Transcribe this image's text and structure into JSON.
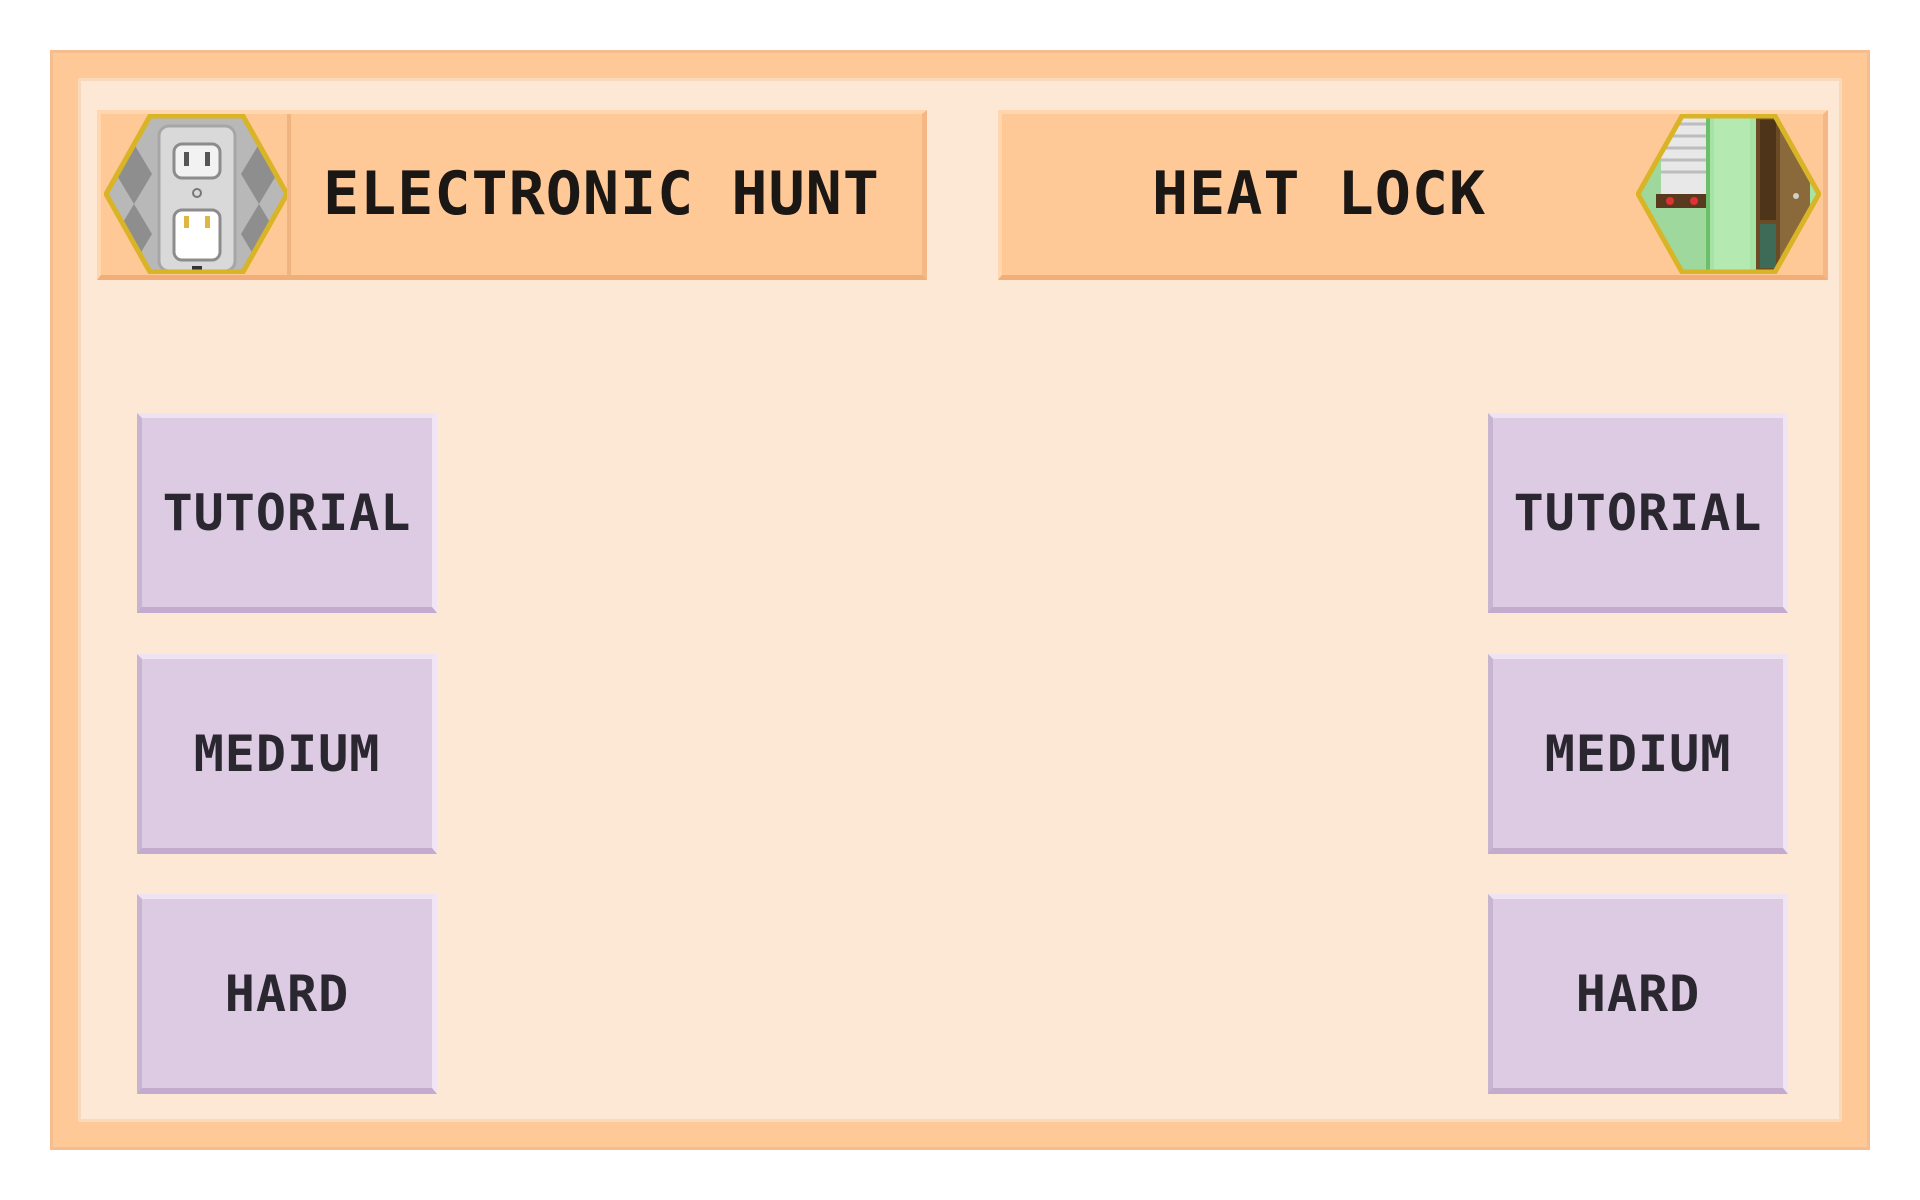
{
  "games": [
    {
      "title": "ELECTRONIC HUNT",
      "icon": "power-outlet-icon",
      "buttons": {
        "tutorial": "TUTORIAL",
        "medium": "MEDIUM",
        "hard": "HARD"
      }
    },
    {
      "title": "HEAT LOCK",
      "icon": "window-door-icon",
      "buttons": {
        "tutorial": "TUTORIAL",
        "medium": "MEDIUM",
        "hard": "HARD"
      }
    }
  ],
  "colors": {
    "background": "#fde8d5",
    "frame": "#ffc897",
    "button": "#dccbe2",
    "hex_border": "#d8b426"
  }
}
